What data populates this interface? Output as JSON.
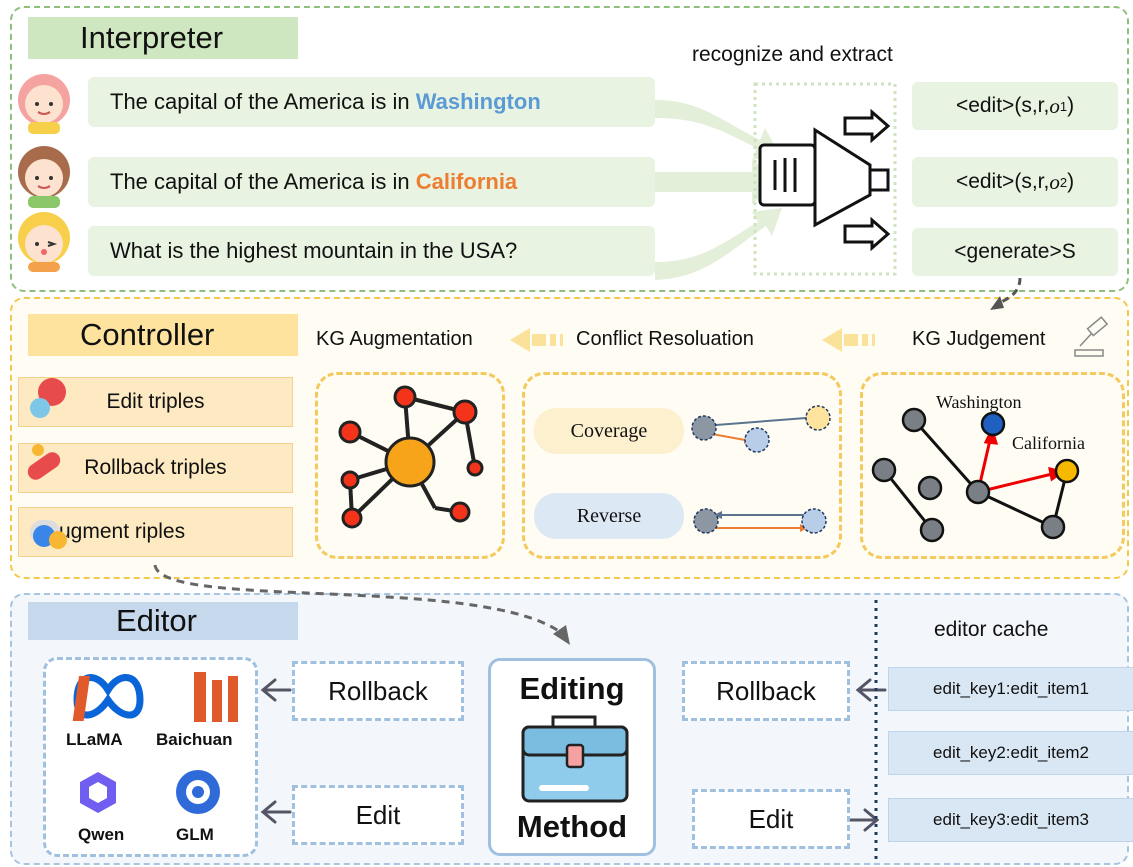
{
  "interpreter": {
    "title": "Interpreter",
    "stage_label": "recognize and extract",
    "sentences": [
      {
        "prefix": "The capital of the America is in ",
        "highlight": "Washington",
        "highlight_color": "#5b9bd5"
      },
      {
        "prefix": "The capital of the America is in ",
        "highlight": "California",
        "highlight_color": "#ed7d31"
      },
      {
        "prefix": "What is the highest mountain in the USA?",
        "highlight": ""
      }
    ],
    "commands": [
      {
        "prefix": "<edit>(s,r,",
        "var": "o",
        "sup": "1",
        "suffix": ")"
      },
      {
        "prefix": "<edit>(s,r,",
        "var": "o",
        "sup": "2",
        "suffix": ")"
      },
      {
        "prefix": "<generate>S",
        "var": "",
        "sup": "",
        "suffix": ""
      }
    ]
  },
  "controller": {
    "title": "Controller",
    "stages": [
      "KG Augmentation",
      "Conflict Resoluation",
      "KG Judgement"
    ],
    "buttons": [
      "Edit triples",
      "Rollback triples",
      "Augment riples"
    ],
    "conflict_pills": [
      "Coverage",
      "Reverse"
    ],
    "judgement_labels": [
      "Washington",
      "California"
    ]
  },
  "editor": {
    "title": "Editor",
    "cache_title": "editor cache",
    "method_top": "Editing",
    "method_bottom": "Method",
    "left_ops": [
      "Rollback",
      "Edit"
    ],
    "right_ops": [
      "Rollback",
      "Edit"
    ],
    "cache_items": [
      "edit_key1:edit_item1",
      "edit_key2:edit_item2",
      "edit_key3:edit_item3"
    ],
    "models": [
      "LLaMA",
      "Baichuan",
      "Qwen",
      "GLM"
    ]
  },
  "colors": {
    "green_light": "#e9f3e2",
    "yellow_light": "#fde9c2",
    "blue_light": "#d9e7f5",
    "accent_blue": "#5b9bd5",
    "accent_orange": "#ed7d31"
  }
}
